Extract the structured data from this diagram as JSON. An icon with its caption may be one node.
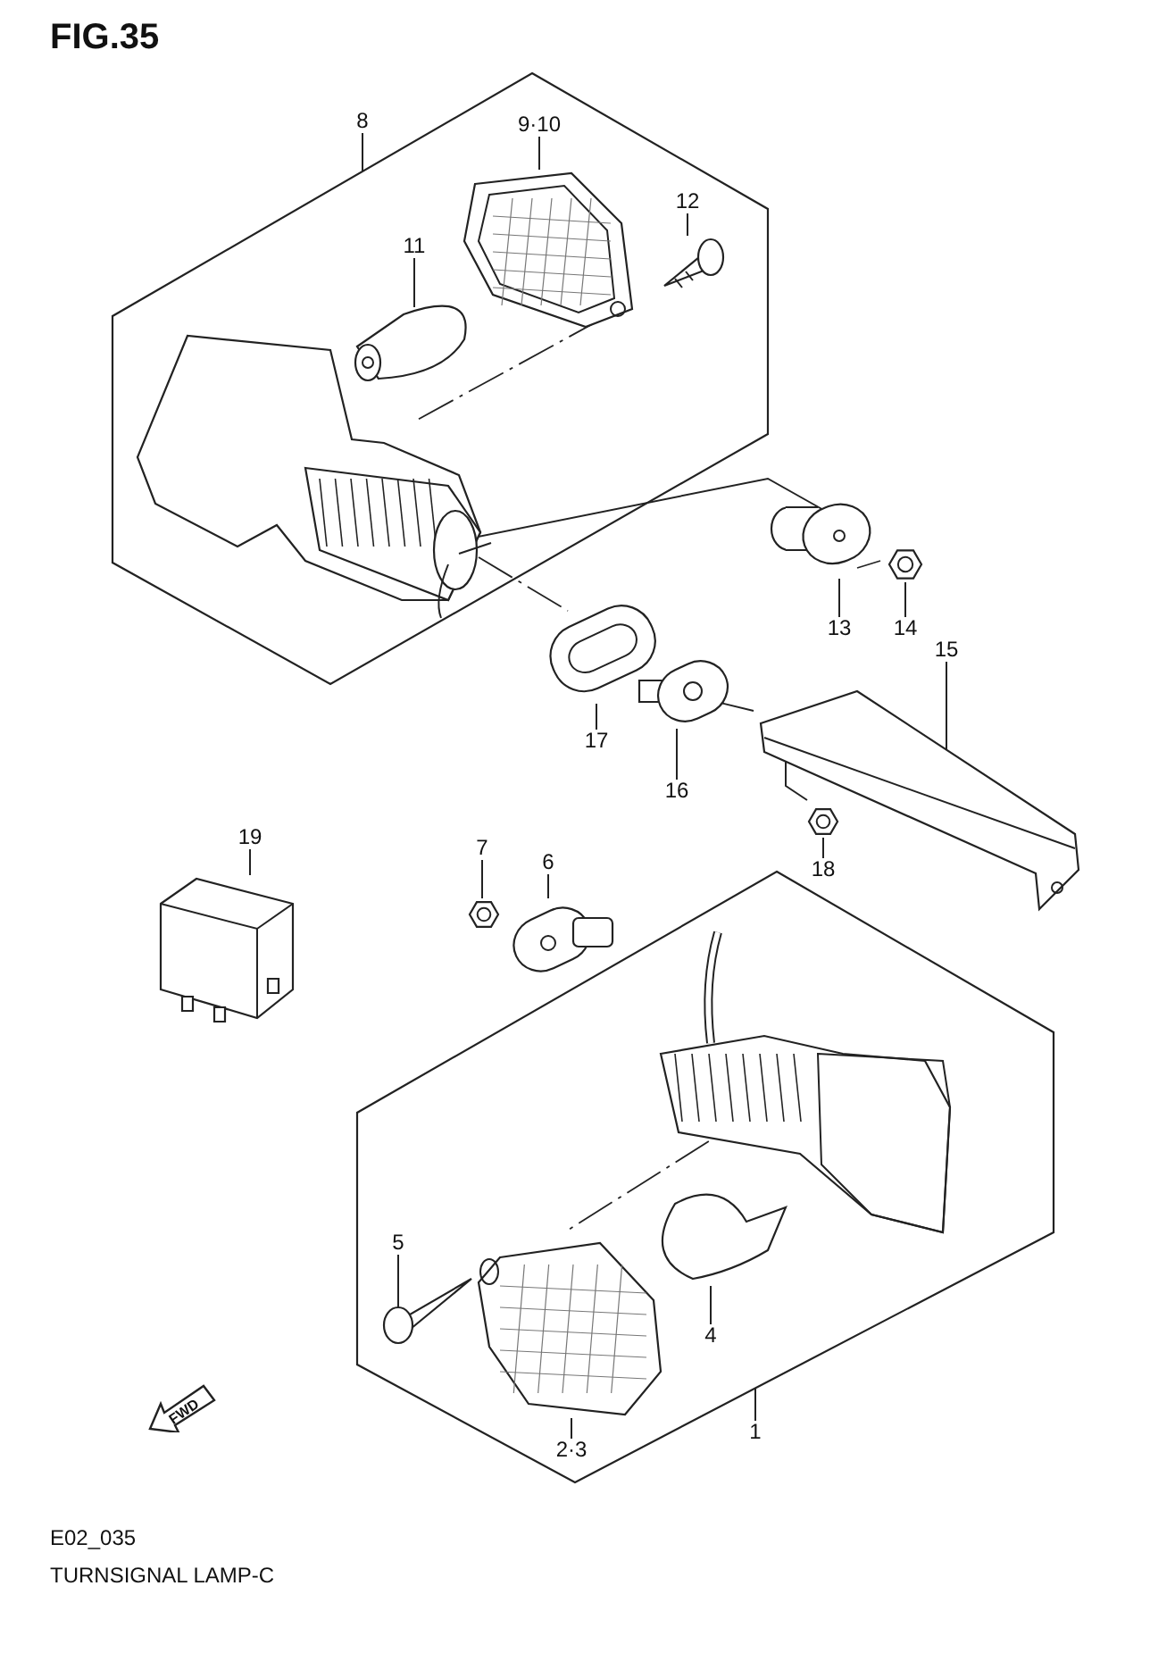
{
  "diagram": {
    "title": "FIG.35",
    "nodes": [
      {
        "text": [
          "8"
        ]
      },
      {
        "text": [],
        "shape": "box"
      },
      {
        "text": [
          "9·10"
        ],
        "in": 1
      },
      {
        "text": [],
        "shape": "picture",
        "in": 1
      },
      {
        "text": [
          "12"
        ],
        "in": 1
      },
      {
        "text": [],
        "shape": "picture",
        "in": 1
      },
      {
        "text": [
          "11"
        ],
        "in": 1
      },
      {
        "text": [],
        "shape": "picture",
        "in": 1
      },
      {
        "text": [
          "13"
        ]
      },
      {
        "text": [],
        "shape": "picture"
      },
      {
        "text": [
          "14"
        ]
      },
      {
        "text": [],
        "shape": "picture"
      },
      {
        "text": [
          "15"
        ]
      },
      {
        "text": [],
        "shape": "picture"
      },
      {
        "text": [
          "17"
        ]
      },
      {
        "text": [],
        "shape": "picture"
      },
      {
        "text": [
          "16"
        ]
      },
      {
        "text": [],
        "shape": "picture"
      },
      {
        "text": [
          "18"
        ]
      },
      {
        "text": [],
        "shape": "picture"
      },
      {
        "text": [
          "19"
        ]
      },
      {
        "text": [],
        "shape": "picture"
      },
      {
        "text": [
          "7"
        ]
      },
      {
        "text": [],
        "shape": "picture"
      },
      {
        "text": [
          "6"
        ]
      },
      {
        "text": [],
        "shape": "picture"
      },
      {
        "text": [],
        "shape": "box"
      },
      {
        "text": [
          "5"
        ],
        "in": 26
      },
      {
        "text": [],
        "shape": "picture",
        "in": 26
      },
      {
        "text": [
          "4"
        ],
        "in": 26
      },
      {
        "text": [],
        "shape": "picture",
        "in": 26
      },
      {
        "text": [
          "2·3"
        ],
        "in": 26
      },
      {
        "text": [],
        "shape": "picture",
        "in": 26
      },
      {
        "text": [
          "1"
        ]
      }
    ],
    "edges": [
      {
        "from": 0,
        "to": 1,
        "arrow": "none"
      },
      {
        "from": 2,
        "to": 3,
        "arrow": "none"
      },
      {
        "from": 4,
        "to": 5,
        "arrow": "none"
      },
      {
        "from": 6,
        "to": 7,
        "arrow": "none"
      },
      {
        "from": 8,
        "to": 9,
        "arrow": "none"
      },
      {
        "from": 10,
        "to": 11,
        "arrow": "none"
      },
      {
        "from": 12,
        "to": 13,
        "arrow": "none"
      },
      {
        "from": 14,
        "to": 15,
        "arrow": "none"
      },
      {
        "from": 16,
        "to": 17,
        "arrow": "none"
      },
      {
        "from": 18,
        "to": 19,
        "arrow": "none"
      },
      {
        "from": 20,
        "to": 21,
        "arrow": "none"
      },
      {
        "from": 22,
        "to": 23,
        "arrow": "none"
      },
      {
        "from": 24,
        "to": 25,
        "arrow": "none"
      },
      {
        "from": 27,
        "to": 28,
        "arrow": "none"
      },
      {
        "from": 29,
        "to": 30,
        "arrow": "none"
      },
      {
        "from": 31,
        "to": 32,
        "arrow": "none"
      },
      {
        "from": 33,
        "to": 26,
        "arrow": "none"
      }
    ],
    "labels": [
      "FWD",
      "E02_035",
      "TURNSIGNAL LAMP-C"
    ]
  }
}
